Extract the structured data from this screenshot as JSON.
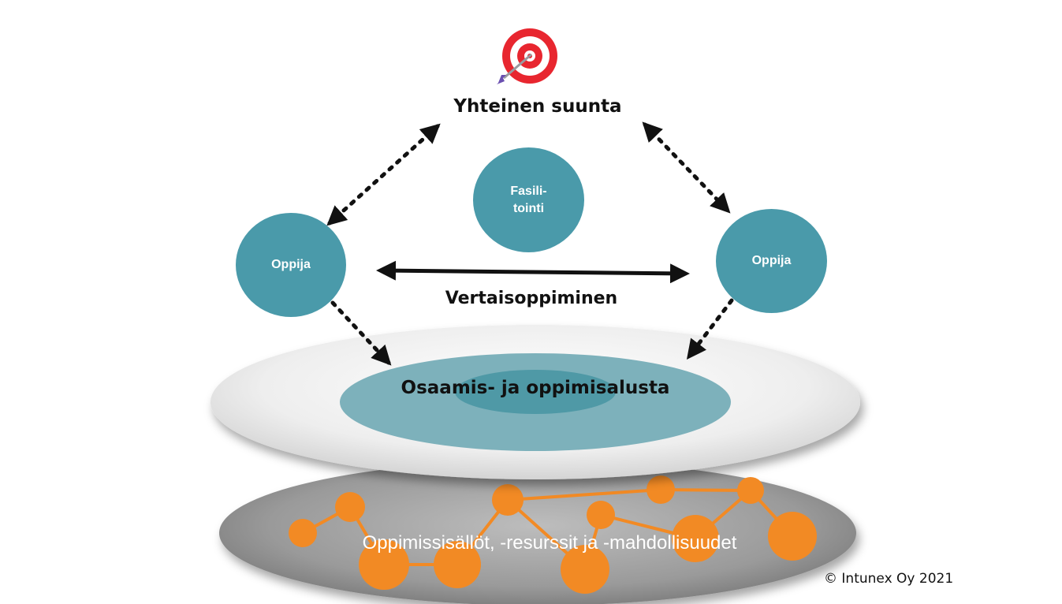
{
  "diagram": {
    "top_label": "Yhteinen suunta",
    "center_node": {
      "line1": "Fasili-",
      "line2": "tointi"
    },
    "left_node": "Oppija",
    "right_node": "Oppija",
    "peer_label": "Vertaisoppiminen",
    "platform_label": "Osaamis- ja oppimisalusta",
    "resources_label": "Oppimissisällöt, -resurssit ja -mahdollisuudet",
    "copyright": "© Intunex Oy 2021",
    "icons": {
      "goal": "target-icon"
    }
  },
  "colors": {
    "node": "#4a9aaa",
    "network": "#f28a24",
    "platform_outer": "#ececec",
    "platform_inner": "#7db1bb",
    "platform_core": "#4f99a6",
    "base_disc": "#8f8f8f"
  }
}
